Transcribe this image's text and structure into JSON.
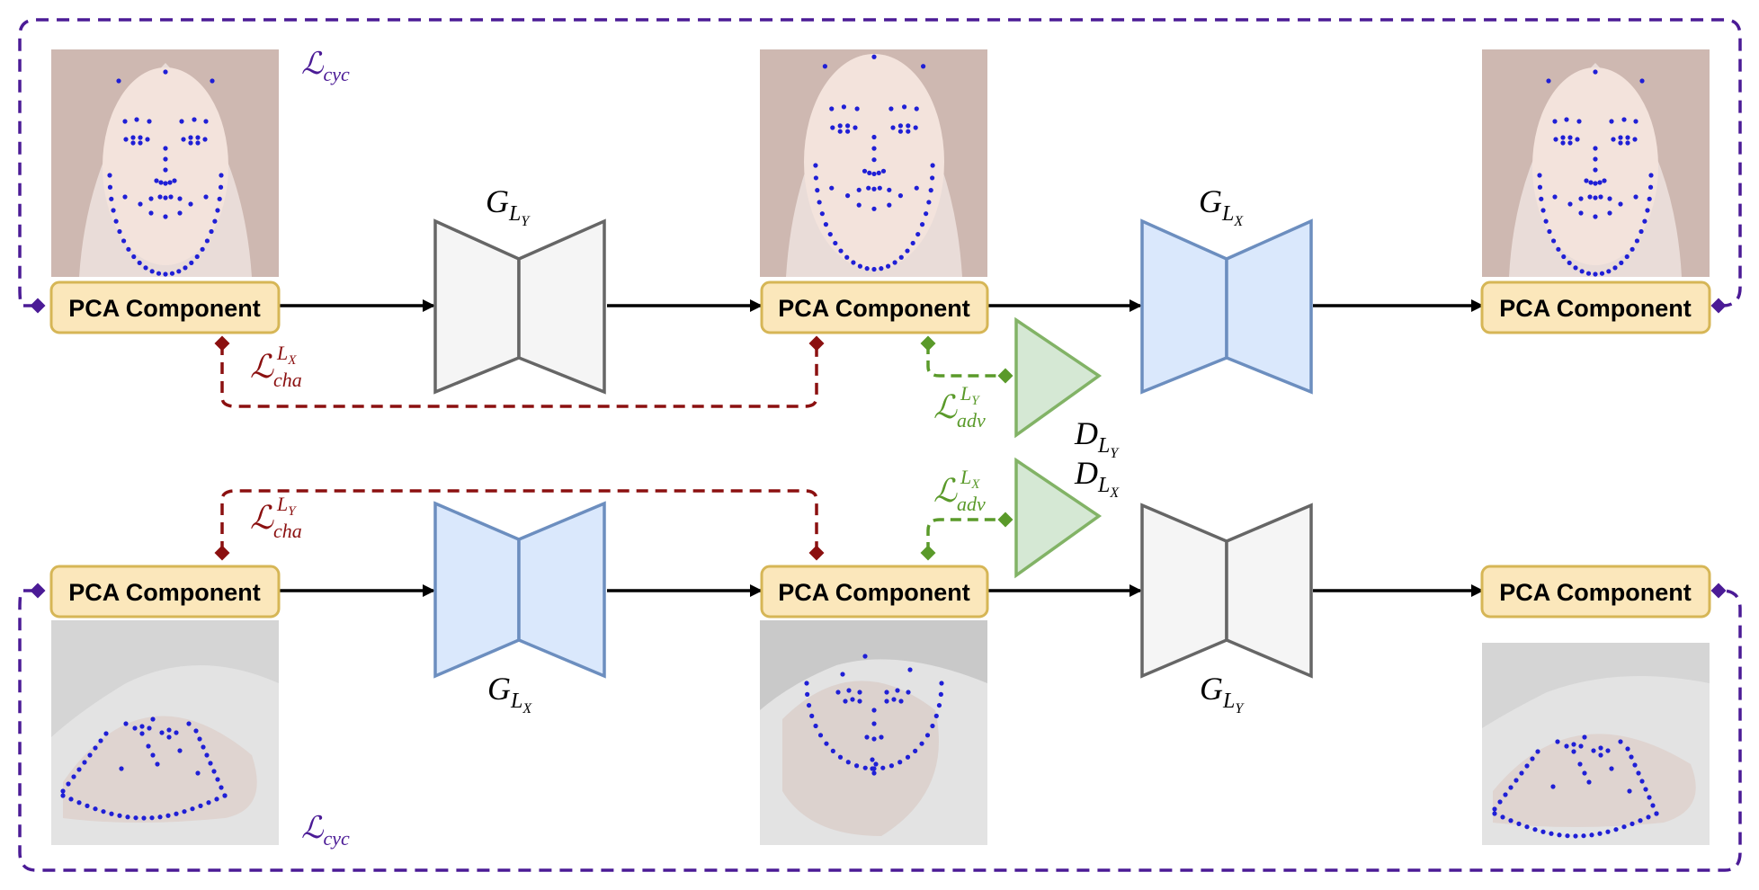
{
  "pca_label": "PCA Component",
  "loss": {
    "cyc_symbol": "ℒ",
    "cyc_sub": "cyc",
    "cha_symbol": "ℒ",
    "cha_sub": "cha",
    "adv_symbol": "ℒ",
    "adv_sub": "adv",
    "sup_lx": "L",
    "sup_lx_sub": "X",
    "sup_ly": "L",
    "sup_ly_sub": "Y"
  },
  "generators": {
    "g_symbol": "G",
    "d_symbol": "D",
    "sub_l": "L",
    "sub_x": "X",
    "sub_y": "Y"
  },
  "colors": {
    "cycle_purple": "#4b1b96",
    "cha_red": "#8b1010",
    "adv_green": "#5a9a2a",
    "gen_blue_fill": "#dae8fc",
    "gen_blue_stroke": "#6c8ebf",
    "gen_gray_fill": "#f5f5f5",
    "gen_gray_stroke": "#666666",
    "disc_fill": "#d5e8d4",
    "disc_stroke": "#82b366",
    "pca_fill": "#fbe7bb",
    "pca_stroke": "#d6b656",
    "landmark": "#1f1fd6"
  }
}
